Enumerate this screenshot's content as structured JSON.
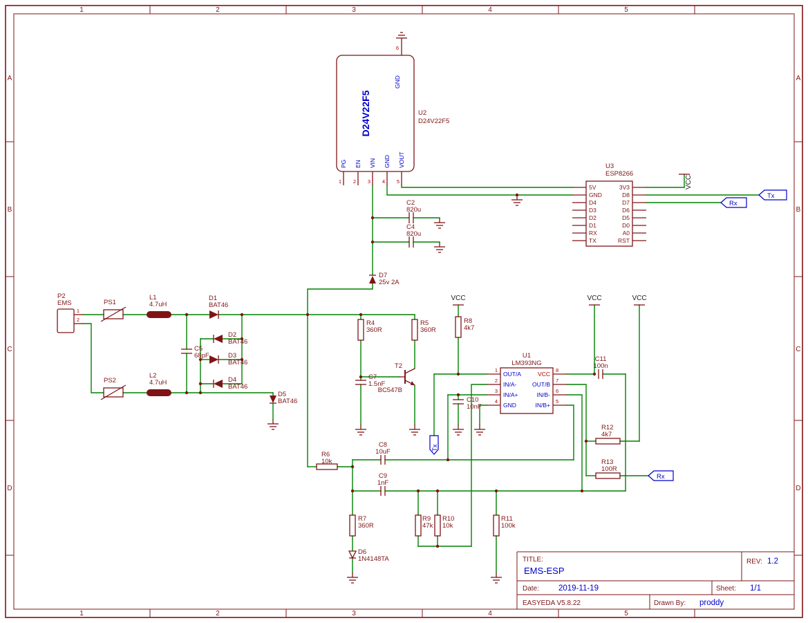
{
  "frame": {
    "cols": [
      "1",
      "2",
      "3",
      "4",
      "5"
    ],
    "rows": [
      "A",
      "B",
      "C",
      "D"
    ]
  },
  "title_block": {
    "title_label": "TITLE:",
    "title": "EMS-ESP",
    "rev_label": "REV:",
    "rev": "1.2",
    "date_label": "Date:",
    "date": "2019-11-19",
    "sheet_label": "Sheet:",
    "sheet": "1/1",
    "tool": "EASYEDA V5.8.22",
    "drawn_by_label": "Drawn By:",
    "drawn_by": "proddy"
  },
  "u2": {
    "ref": "U2",
    "value": "D24V22F5",
    "body_label": "D24V22F5",
    "pin_names": [
      "PG",
      "EN",
      "VIN",
      "GND",
      "VOUT"
    ],
    "pin_nums": [
      "1",
      "2",
      "3",
      "4",
      "5"
    ],
    "top_pin_name": "GND",
    "top_pin_num": "6"
  },
  "u3": {
    "ref": "U3",
    "value": "ESP8266",
    "left_pins": [
      "5V",
      "GND",
      "D4",
      "D3",
      "D2",
      "D1",
      "RX",
      "TX"
    ],
    "right_pins": [
      "3V3",
      "D8",
      "D7",
      "D6",
      "D5",
      "D0",
      "A0",
      "RST"
    ]
  },
  "u1": {
    "ref": "U1",
    "value": "LM393NG",
    "left_pins": [
      "OUT/A",
      "IN/A-",
      "IN/A+",
      "GND"
    ],
    "left_nums": [
      "1",
      "2",
      "3",
      "4"
    ],
    "right_pins": [
      "VCC",
      "OUT/B",
      "IN/B-",
      "IN/B+"
    ],
    "right_nums": [
      "8",
      "7",
      "6",
      "5"
    ]
  },
  "p2": {
    "ref": "P2",
    "value": "EMS",
    "pin_nums": [
      "1",
      "2"
    ]
  },
  "parts": {
    "PS1": {
      "ref": "PS1"
    },
    "PS2": {
      "ref": "PS2"
    },
    "L1": {
      "ref": "L1",
      "value": "4.7uH"
    },
    "L2": {
      "ref": "L2",
      "value": "4.7uH"
    },
    "D1": {
      "ref": "D1",
      "value": "BAT46"
    },
    "D2": {
      "ref": "D2",
      "value": "BAT46"
    },
    "D3": {
      "ref": "D3",
      "value": "BAT46"
    },
    "D4": {
      "ref": "D4",
      "value": "BAT46"
    },
    "D5": {
      "ref": "D5",
      "value": "BAT46"
    },
    "D6": {
      "ref": "D6",
      "value": "1N4148TA"
    },
    "D7": {
      "ref": "D7",
      "value": "25v 2A"
    },
    "C2": {
      "ref": "C2",
      "value": "820u"
    },
    "C4": {
      "ref": "C4",
      "value": "820u"
    },
    "C5": {
      "ref": "C5",
      "value": "68pF"
    },
    "C7": {
      "ref": "C7",
      "value": "1.5nF"
    },
    "C8": {
      "ref": "C8",
      "value": "10uF"
    },
    "C9": {
      "ref": "C9",
      "value": "1nF"
    },
    "C10": {
      "ref": "C10",
      "value": "10nF"
    },
    "C11": {
      "ref": "C11",
      "value": "100n"
    },
    "R4": {
      "ref": "R4",
      "value": "360R"
    },
    "R5": {
      "ref": "R5",
      "value": "360R"
    },
    "R6": {
      "ref": "R6",
      "value": "10k"
    },
    "R7": {
      "ref": "R7",
      "value": "360R"
    },
    "R8": {
      "ref": "R8",
      "value": "4k7"
    },
    "R9": {
      "ref": "R9",
      "value": "47k"
    },
    "R10": {
      "ref": "R10",
      "value": "10k"
    },
    "R11": {
      "ref": "R11",
      "value": "100k"
    },
    "R12": {
      "ref": "R12",
      "value": "4k7"
    },
    "R13": {
      "ref": "R13",
      "value": "100R"
    },
    "T2": {
      "ref": "T2",
      "value": "BC547B"
    }
  },
  "nets": {
    "vcc": "VCC",
    "tx": "Tx",
    "rx": "Rx"
  }
}
